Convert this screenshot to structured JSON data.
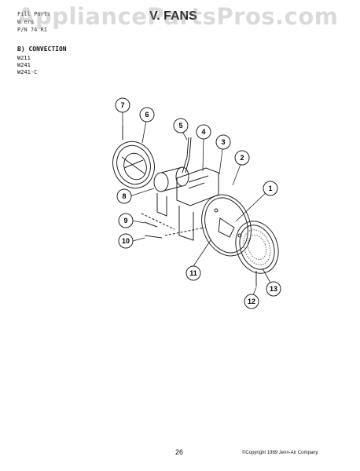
{
  "header": {
    "line1": "Fill Parts",
    "line2": "W   ers",
    "line3": "P/N 74    RI",
    "section_heading": "V. FANS"
  },
  "watermark": "AppliancePartsPros.com",
  "section": {
    "title": "B) CONVECTION",
    "models": [
      "W211",
      "W241",
      "W241-C"
    ]
  },
  "callouts": [
    "1",
    "2",
    "3",
    "4",
    "5",
    "6",
    "7",
    "8",
    "9",
    "10",
    "11",
    "12",
    "13"
  ],
  "footer": {
    "page_number": "26",
    "copyright": "©Copyright 1989 Jenn-Air Company"
  }
}
